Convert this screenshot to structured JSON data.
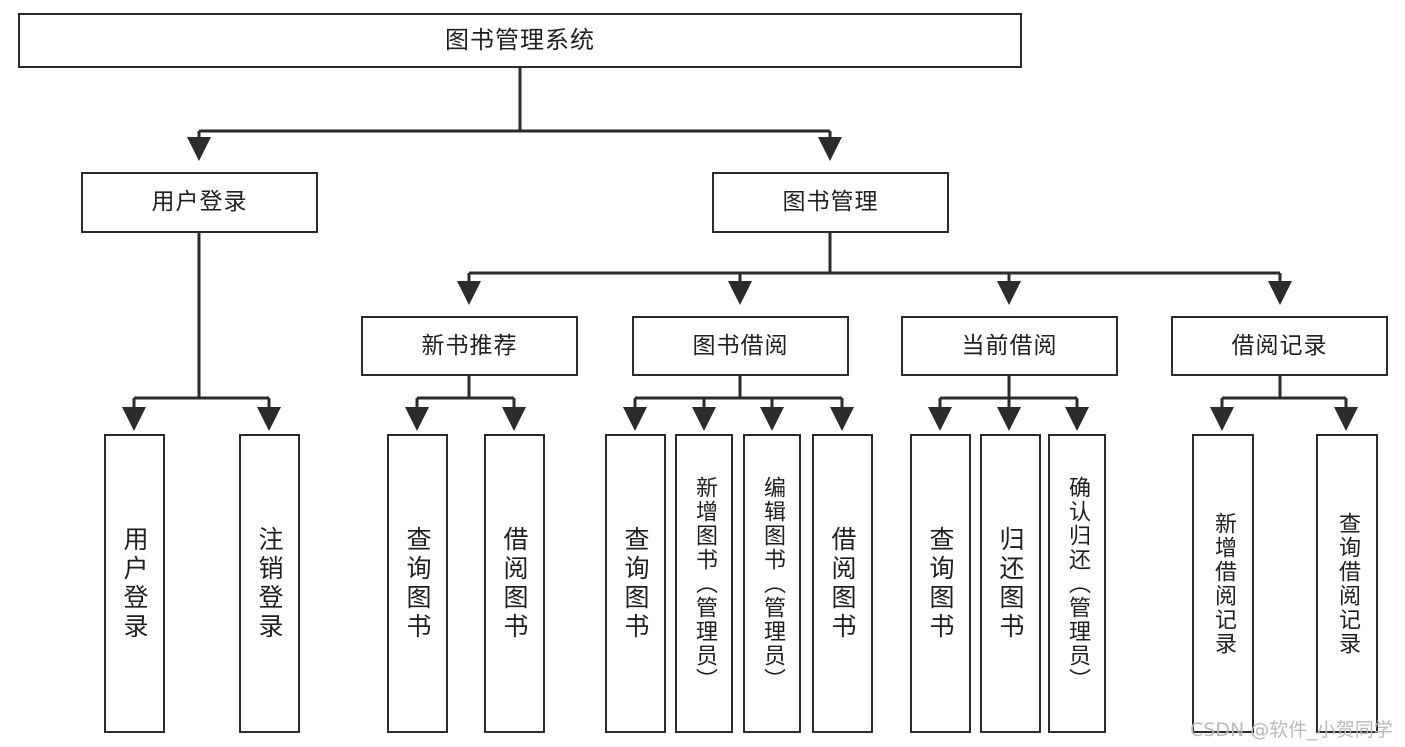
{
  "diagram": {
    "title": "图书管理系统",
    "type": "tree-hierarchy-chart",
    "watermark": "CSDN @软件_小贺同学",
    "colors": {
      "box_border": "#2b2b2b",
      "box_fill": "#ffffff",
      "edge": "#2b2b2b",
      "text": "#1f1f1f",
      "watermark": "#b9b9b9",
      "background": "#ffffff"
    },
    "nodes": {
      "root": {
        "label": "图书管理系统"
      },
      "level2": [
        {
          "id": "user-login",
          "label": "用户登录"
        },
        {
          "id": "book-manage",
          "label": "图书管理"
        }
      ],
      "level3": [
        {
          "id": "new-book-recommend",
          "label": "新书推荐"
        },
        {
          "id": "book-borrow",
          "label": "图书借阅"
        },
        {
          "id": "current-borrow",
          "label": "当前借阅"
        },
        {
          "id": "borrow-record",
          "label": "借阅记录"
        }
      ],
      "leaves": {
        "user-login": [
          {
            "id": "leaf-user-login",
            "label": "用户登录"
          },
          {
            "id": "leaf-logout-login",
            "label": "注销登录"
          }
        ],
        "new-book-recommend": [
          {
            "id": "leaf-query-book-1",
            "label": "查询图书"
          },
          {
            "id": "leaf-borrow-book-1",
            "label": "借阅图书"
          }
        ],
        "book-borrow": [
          {
            "id": "leaf-query-book-2",
            "label": "查询图书"
          },
          {
            "id": "leaf-add-book",
            "label": "新增图书（管理员）"
          },
          {
            "id": "leaf-edit-book",
            "label": "编辑图书（管理员）"
          },
          {
            "id": "leaf-borrow-book-2",
            "label": "借阅图书"
          }
        ],
        "current-borrow": [
          {
            "id": "leaf-query-book-3",
            "label": "查询图书"
          },
          {
            "id": "leaf-return-book",
            "label": "归还图书"
          },
          {
            "id": "leaf-confirm-return",
            "label": "确认归还（管理员）"
          }
        ],
        "borrow-record": [
          {
            "id": "leaf-add-record",
            "label": "新增借阅记录"
          },
          {
            "id": "leaf-query-record",
            "label": "查询借阅记录"
          }
        ]
      }
    }
  }
}
